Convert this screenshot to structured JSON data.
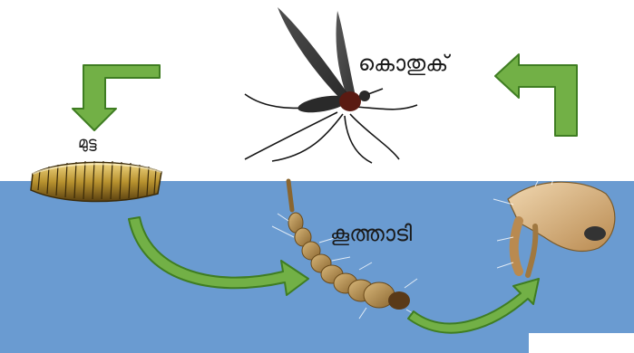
{
  "diagram": {
    "stages": {
      "adult": "കൊതുക്",
      "egg": "മുട്ട",
      "larva": "കൂത്താടി"
    },
    "colors": {
      "water": "#6a9bd1",
      "arrow_fill": "#72b046",
      "arrow_stroke": "#3f7d22",
      "background": "#ffffff"
    }
  }
}
